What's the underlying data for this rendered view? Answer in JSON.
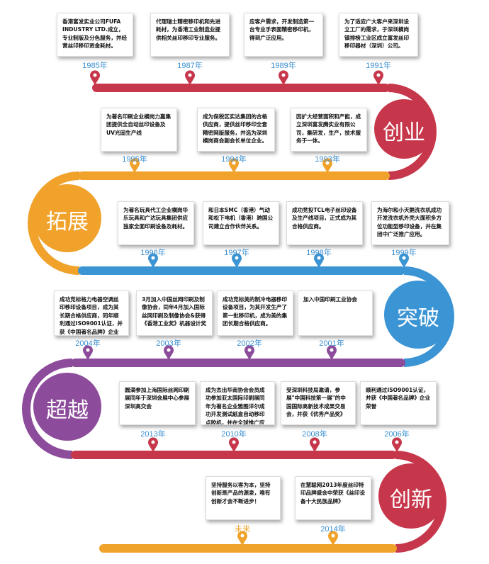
{
  "colors": {
    "red": "#c7374b",
    "orange": "#f0a22b",
    "blue": "#3b94d3",
    "purple": "#8c4c9b",
    "year": "#3b8fd0"
  },
  "stages": {
    "s1": "创业",
    "s2": "拓展",
    "s3": "突破",
    "s4": "超越",
    "s5": "创新"
  },
  "row1": [
    {
      "year": "1985年",
      "text": "香港富发实业公司FUFA INDUSTRY LTD.成立，专业制版及分色服务，并经营丝印移印资金耗材。"
    },
    {
      "year": "1987年",
      "text": "代理瑞士精密移印机和先进耗材，为香港工业制造业提供相关丝印移印专业服务。"
    },
    {
      "year": "1989年",
      "text": "应客户需求，开发制造第一台专业手表面精密移印机，得到广泛应用。"
    },
    {
      "year": "1991年",
      "text": "为了适应广大客户来深圳设立工厂的需求，于深圳横岗镇排榜工业区成立富发丝印移印器材（深圳）公司。"
    }
  ],
  "row2": [
    {
      "year": "1995年",
      "text": "为著名印刷企业横岗力嘉集团提供全自动丝印设备及UV光固生产线"
    },
    {
      "year": "1994年",
      "text": "成为保税区实达集团的合格供应商，提供丝印移印全套精密网版服务，并选为深圳横岗商会副会长单位企业。"
    },
    {
      "year": "1993年",
      "text": "因扩大经营面积和产能，成立深圳富发腾实业有限公司，集研发，生产，技术服务于一体。"
    }
  ],
  "row3": [
    {
      "year": "1996年",
      "text": "为著名玩具代工企业横岗华乐玩具和广达玩具集团供应独家全面印刷设备及耗材。"
    },
    {
      "year": "1997年",
      "text": "和日本SMC（香港）气动和松下电机（香港）跨国公司建立合作伙伴关系。"
    },
    {
      "year": "1998年",
      "text": "成功竞投TCL电子丝印设备及生产线项目，正式成为其合格供应商。"
    },
    {
      "year": "1999年",
      "text": "为海尔和小天鹅洗衣机成功开发洗衣机外壳大面积多方位功能型移印设备，并在集团中广泛推广应用。"
    }
  ],
  "row4": [
    {
      "year": "2004年",
      "text": "成功竞标格力电器空调丝印移印设备项目，成为其长期合格供应商，同年顺利通过ISO9001认证，并获《中国著名品牌》企业荣誉"
    },
    {
      "year": "2003年",
      "text": "3月加入中国丝网印刷及制像协会，同年4月加入国际丝网印刷及制像协会&获得《香港工业奖》机器设计奖"
    },
    {
      "year": "2002年",
      "text": "成功竞标美的制冷电器移印设备项目，为其开发生产了第一批移印机，成为美的集团长期合格供应商。"
    },
    {
      "year": "2001年",
      "text": "加入中国印刷工业协会"
    }
  ],
  "row5": [
    {
      "year": "2013年",
      "text": "圆满参加上海国际丝网印刷展同年于深圳会展中心参展深圳高交会"
    },
    {
      "year": "2010年",
      "text": "成为杰出华南协会会员成功参加亚太国际印刷展同年为著名企业雅图洋尔成功开发测试紙盒自动移印点胶机，并在全球推广应用。"
    },
    {
      "year": "2008年",
      "text": "受深圳科技局邀请，参展\"中国科技第一展\"的中国国际高新技术成果交易会，并获《优秀产品奖》"
    },
    {
      "year": "2006年",
      "text": "顺利通过ISO9001认证，并获《中国著名品牌》企业荣誉"
    }
  ],
  "row6": [
    {
      "year": "未来",
      "text": "坚持服务以客为本，坚持创新是产品的源泉，唯有创新才会不断进步！"
    },
    {
      "year": "2014年",
      "text": "在慧聪网2013年度丝印特印品牌盛会中荣获《丝印设备十大民族品牌》"
    }
  ]
}
